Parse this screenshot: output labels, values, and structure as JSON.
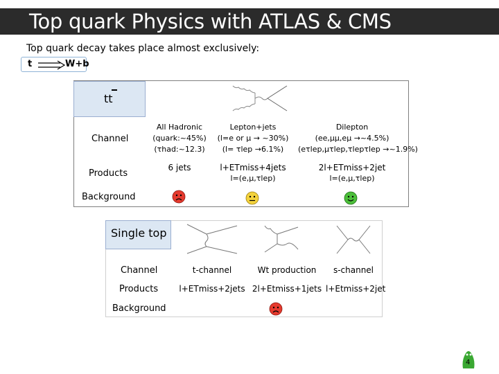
{
  "slide": {
    "title": "Top quark Physics with ATLAS & CMS",
    "intro": "Top quark decay takes place almost exclusively:",
    "decay": {
      "left": "t",
      "right": "W+b"
    },
    "page_number": "4"
  },
  "ttbar": {
    "label": "tt",
    "row_labels": {
      "channel": "Channel",
      "products": "Products",
      "background": "Background"
    },
    "columns": [
      {
        "channel_line1": "All Hadronic",
        "channel_line2": "(quark:~45%)",
        "channel_line3": "(τhad:~12.3)",
        "products": "6 jets",
        "products_line2": "",
        "background": "bad"
      },
      {
        "channel_line1": "Lepton+jets",
        "channel_line2": "(l=e or μ → ~30%)",
        "channel_line3": "(l= τlep →6.1%)",
        "products": "l+ETmiss+4jets",
        "products_line2": "l=(e,μ,τlep)",
        "background": "neutral"
      },
      {
        "channel_line1": "Dilepton",
        "channel_line2": "(ee,μμ,eμ →~4.5%)",
        "channel_line3": "(eτlep,μτlep,τlepτlep →~1.9%)",
        "products": "2l+ETmiss+2jet",
        "products_line2": "l=(e,μ,τlep)",
        "background": "good"
      }
    ]
  },
  "single_top": {
    "label": "Single top",
    "row_labels": {
      "channel": "Channel",
      "products": "Products",
      "background": "Background"
    },
    "columns": [
      {
        "channel": "t-channel",
        "products": "l+ETmiss+2jets"
      },
      {
        "channel": "Wt production",
        "products": "2l+Etmiss+1jets"
      },
      {
        "channel": "s-channel",
        "products": "l+Etmiss+2jet"
      }
    ],
    "background": "bad"
  },
  "colors": {
    "title_bg": "#2b2b2b",
    "label_box": "#dce7f3",
    "bad_face": "#e53a2e",
    "neutral_face": "#f3d23c",
    "good_face": "#4cbf3a"
  },
  "icons": {
    "bad": "sad-face-icon",
    "neutral": "neutral-face-icon",
    "good": "smiley-face-icon",
    "arrow": "implies-arrow-icon"
  }
}
